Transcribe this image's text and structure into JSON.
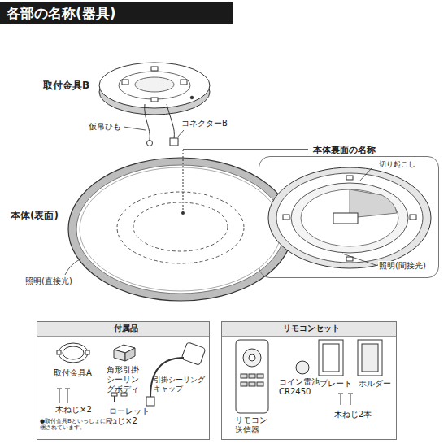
{
  "diagram": {
    "title": "各部の名称(器具)",
    "nodes": [
      {
        "text": [
          "本体裏面の名称",
          "切り起こし",
          "照明(間接光)"
        ]
      },
      {
        "text": [
          "付属品",
          "取付金具A",
          "角形引掛シーリングボディ",
          "引掛シーリングキャップ",
          "木ねじ×2",
          "ローレットねじ×2",
          "●取付金具Bといっしょに同梱されています。"
        ]
      },
      {
        "text": [
          "リモコンセット",
          "リモコン送信器",
          "コイン電池CR2450",
          "プレート",
          "ホルダー",
          "木ねじ2本"
        ]
      }
    ],
    "labels": [
      "取付金具B",
      "仮吊ひも",
      "コネクターB",
      "本体(表面)",
      "照明(直接光)"
    ]
  }
}
